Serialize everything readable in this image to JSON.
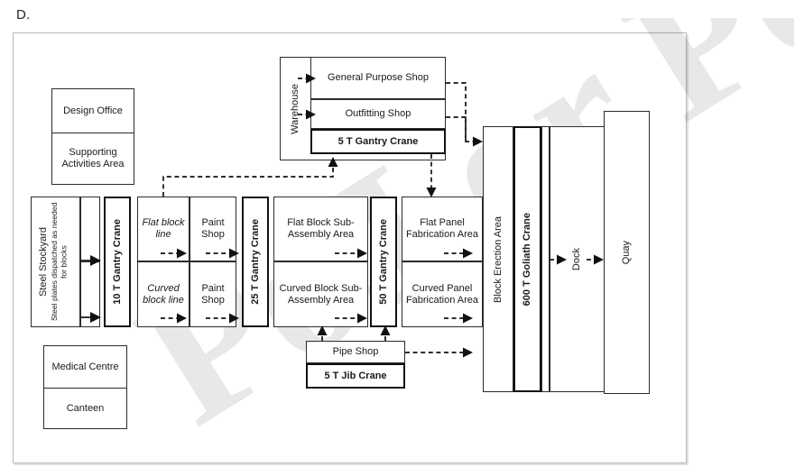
{
  "question_label": "D.",
  "watermark_text": "PoJ or Po",
  "colors": {
    "line": "#111111",
    "frame": "#b9b9b9",
    "paper": "#ffffff"
  },
  "support_block": {
    "design_office": "Design Office",
    "supporting_activities": "Supporting Activities Area"
  },
  "welfare_block": {
    "medical_centre": "Medical Centre",
    "canteen": "Canteen"
  },
  "warehouse_block": {
    "warehouse": "Warehouse",
    "general_purpose_shop": "General Purpose Shop",
    "outfitting_shop": "Outfitting Shop",
    "gantry_crane": "5 T Gantry Crane"
  },
  "stockyard": {
    "title": "Steel Stockyard",
    "note": "Steel plates dispatched as needed for blocks"
  },
  "cranes": {
    "crane_10t": "10 T Gantry Crane",
    "crane_25t": "25 T Gantry Crane",
    "crane_50t": "50 T Gantry Crane",
    "crane_600t": "600 T Goliath Crane"
  },
  "flat_line": {
    "block_line": "Flat block line",
    "paint_shop": "Paint Shop",
    "sub_assembly": "Flat Block Sub-Assembly Area",
    "fabrication": "Flat Panel Fabrication Area"
  },
  "curved_line": {
    "block_line": "Curved block line",
    "paint_shop": "Paint Shop",
    "sub_assembly": "Curved Block Sub-Assembly Area",
    "fabrication": "Curved Panel Fabrication Area"
  },
  "pipe_block": {
    "pipe_shop": "Pipe Shop",
    "jib_crane": "5 T Jib Crane"
  },
  "erection": {
    "block_erection_area": "Block Erection Area",
    "dock": "Dock",
    "quay": "Quay"
  }
}
